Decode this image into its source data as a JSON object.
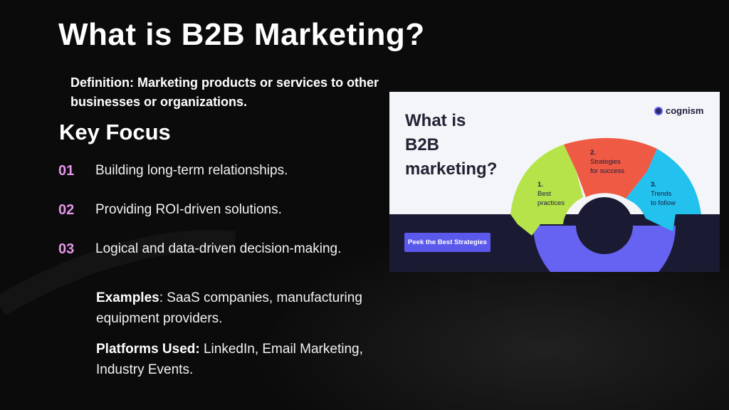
{
  "slide": {
    "title": "What is B2B Marketing?",
    "definition": "Definition: Marketing products or services to other businesses or organizations.",
    "key_focus_heading": "Key Focus",
    "focus_items": [
      {
        "num": "01",
        "text": "Building long-term relationships."
      },
      {
        "num": "02",
        "text": "Providing ROI-driven solutions."
      },
      {
        "num": "03",
        "text": "Logical and data-driven decision-making."
      }
    ],
    "examples": {
      "label": "Examples",
      "text": ": SaaS companies, manufacturing equipment providers."
    },
    "platforms": {
      "label": "Platforms Used:",
      "text": " LinkedIn, Email Marketing, Industry Events."
    }
  },
  "graphic": {
    "title_lines": [
      "What is",
      "B2B",
      "marketing?"
    ],
    "brand": "cognism",
    "cta_label": "Peek the Best Strategies",
    "steps": [
      {
        "num": "1.",
        "lines": [
          "Best",
          "practices"
        ]
      },
      {
        "num": "2.",
        "lines": [
          "Strategies",
          "for success"
        ]
      },
      {
        "num": "3.",
        "lines": [
          "Trends",
          "to follow"
        ]
      }
    ]
  },
  "colors": {
    "accent_number": "#e596ea",
    "step1": "#b5e349",
    "step2": "#ef5a44",
    "step3": "#22c1ee",
    "bottom_arc": "#6763f2",
    "cta": "#5b58ec"
  }
}
